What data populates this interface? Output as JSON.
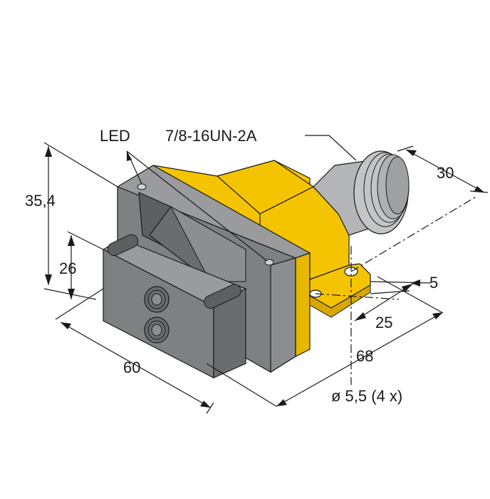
{
  "labels": {
    "led": "LED",
    "thread": "7/8-16UN-2A",
    "connector_length": "30",
    "height_total": "35,4",
    "height_face": "26",
    "flange_thickness": "5",
    "hole_spacing": "25",
    "width": "60",
    "depth": "68",
    "hole_diameter": "ø 5,5 (4 x)"
  },
  "colors": {
    "housing_yellow": "#f5c400",
    "housing_yellow_dark": "#d9a800",
    "head_gray": "#7f8082",
    "head_gray_light": "#9a9b9d",
    "head_gray_dark": "#5e5f61",
    "connector_gray": "#b4b5b7",
    "line": "#1a1a1a"
  }
}
